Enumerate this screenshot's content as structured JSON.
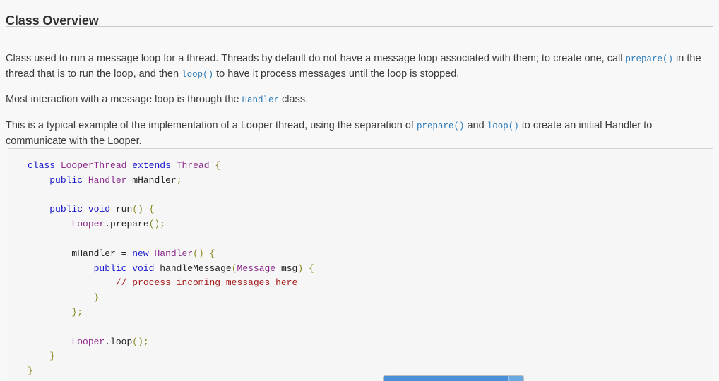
{
  "page": {
    "background_color": "#f8f8f8",
    "text_color": "#3b3b3b"
  },
  "heading": {
    "title": "Class Overview"
  },
  "paragraphs": {
    "p1_a": "Class used to run a message loop for a thread. Threads by default do not have a message loop associated with them; to create one, call ",
    "p1_code1": "prepare()",
    "p1_b": " in the thread that is to run the loop, and then ",
    "p1_code2": "loop()",
    "p1_c": " to have it process messages until the loop is stopped.",
    "p2_a": "Most interaction with a message loop is through the ",
    "p2_code1": "Handler",
    "p2_b": " class.",
    "p3_a": "This is a typical example of the implementation of a Looper thread, using the separation of ",
    "p3_code1": "prepare()",
    "p3_b": " and ",
    "p3_code2": "loop()",
    "p3_c": " to create an initial Handler to communicate with the Looper."
  },
  "code_block": {
    "language": "java",
    "colors": {
      "keyword": "#1414cd",
      "type": "#8b2a8b",
      "punctuation": "#8a8a22",
      "comment": "#a61b1b",
      "plain": "#202020",
      "background": "#f6f6f6",
      "border": "#d4d4d4"
    },
    "lines": [
      "class LooperThread extends Thread {",
      "    public Handler mHandler;",
      "",
      "    public void run() {",
      "        Looper.prepare();",
      "",
      "        mHandler = new Handler() {",
      "            public void handleMessage(Message msg) {",
      "                // process incoming messages here",
      "            }",
      "        };",
      "",
      "        Looper.loop();",
      "    }",
      "}"
    ]
  },
  "bottom_widget": {
    "color": "#4a90d9",
    "segment_color": "#6aa8e2"
  }
}
